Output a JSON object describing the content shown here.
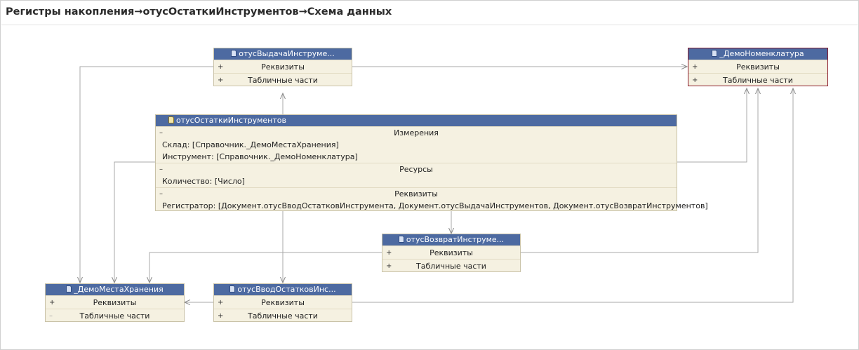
{
  "title": "Регистры накопления→отусОстаткиИнструментов→Схема данных",
  "colors": {
    "header": "#4d6aa1",
    "box": "#f5f1e1",
    "selected_border": "#8b1a2a",
    "link": "#a8a8a8"
  },
  "nodes": {
    "vydacha": {
      "icon": "document-icon",
      "title": "отусВыдачаИнструме...",
      "rows": [
        {
          "sign": "+",
          "label": "Реквизиты"
        },
        {
          "sign": "+",
          "label": "Табличные части"
        }
      ]
    },
    "nomenklatura": {
      "icon": "catalog-icon",
      "title": "_ДемоНоменклатура",
      "rows": [
        {
          "sign": "+",
          "label": "Реквизиты"
        },
        {
          "sign": "+",
          "label": "Табличные части"
        }
      ]
    },
    "ostatki": {
      "icon": "register-icon",
      "title": "отусОстаткиИнструментов",
      "sections": [
        {
          "sign": "–",
          "label": "Измерения",
          "items": [
            "Склад: [Справочник._ДемоМестаХранения]",
            "Инструмент: [Справочник._ДемоНоменклатура]"
          ]
        },
        {
          "sign": "–",
          "label": "Ресурсы",
          "items": [
            "Количество: [Число]"
          ]
        },
        {
          "sign": "–",
          "label": "Реквизиты",
          "items": [
            "Регистратор: [Документ.отусВводОстатковИнструмента, Документ.отусВыдачаИнструментов, Документ.отусВозвратИнструментов]"
          ]
        }
      ]
    },
    "vozvrat": {
      "icon": "document-icon",
      "title": "отусВозвратИнструме...",
      "rows": [
        {
          "sign": "+",
          "label": "Реквизиты"
        },
        {
          "sign": "+",
          "label": "Табличные части"
        }
      ]
    },
    "mesta": {
      "icon": "catalog-icon",
      "title": "_ДемоМестаХранения",
      "rows": [
        {
          "sign": "+",
          "label": "Реквизиты"
        },
        {
          "sign": "–",
          "label": "Табличные части"
        }
      ]
    },
    "vvod": {
      "icon": "document-icon",
      "title": "отусВводОстатковИнс...",
      "rows": [
        {
          "sign": "+",
          "label": "Реквизиты"
        },
        {
          "sign": "+",
          "label": "Табличные части"
        }
      ]
    }
  }
}
